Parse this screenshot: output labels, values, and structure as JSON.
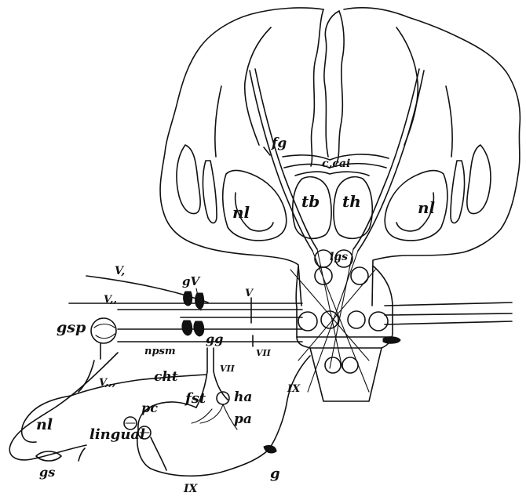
{
  "labels": {
    "fg": "fg",
    "c_cai": "c,cai",
    "nl_left": "nl",
    "tb": "tb",
    "th": "th",
    "nl_right": "nl",
    "lgs": "lgs",
    "v1": "V,",
    "gV": "gV",
    "v_trunk": "V",
    "v11": "V,,",
    "gsp": "gsp",
    "gg": "gg",
    "npsm": "npsm",
    "vii_right": "VII",
    "vii_small": "VII",
    "v111": "V,,,",
    "cht": "cht",
    "fst": "fst",
    "ha": "ha",
    "pa": "pa",
    "ix_upper": "IX",
    "nl_lower": "nl",
    "pc": "pc",
    "lingual": "lingual",
    "gs": "gs",
    "g_lower": "g",
    "ix_lower": "IX"
  }
}
